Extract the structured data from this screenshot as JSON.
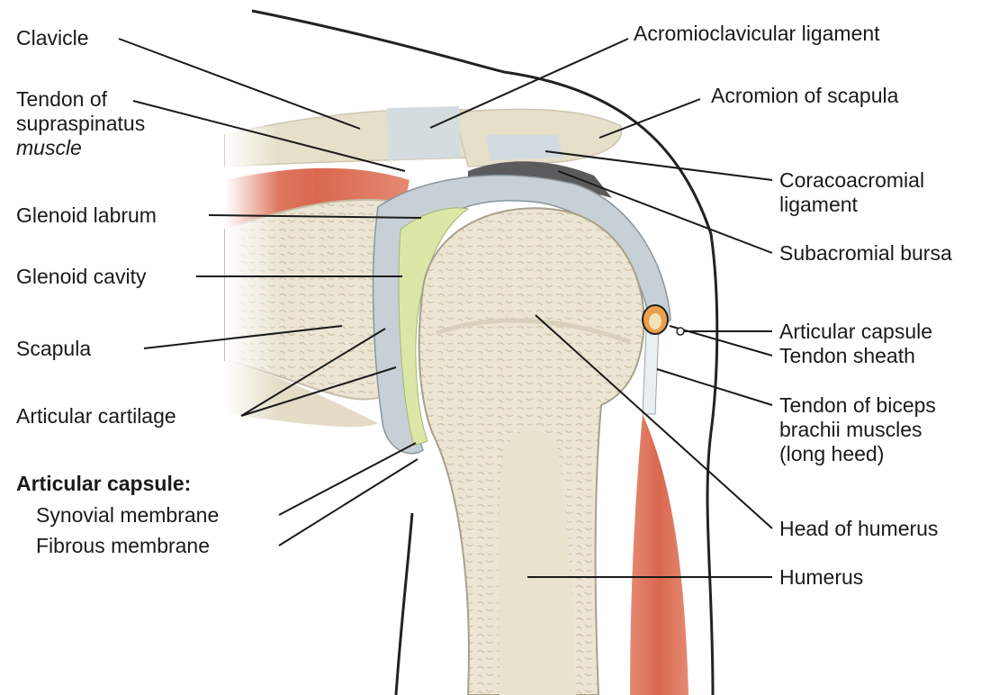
{
  "labels": {
    "clavicle": "Clavicle",
    "tendon_supraspinatus": [
      "Tendon of",
      "supraspinatus"
    ],
    "tendon_supraspinatus_muscle": "muscle",
    "glenoid_labrum": "Glenoid labrum",
    "glenoid_cavity": "Glenoid cavity",
    "scapula": "Scapula",
    "articular_cartilage": "Articular cartilage",
    "capsule_heading": "Articular capsule:",
    "synovial_membrane": "Synovial membrane",
    "fibrous_membrane": "Fibrous membrane",
    "acromioclavicular_ligament": "Acromioclavicular ligament",
    "acromion_of_scapula": "Acromion of scapula",
    "coracoacromial_ligament": [
      "Coracoacromial",
      "ligament"
    ],
    "subacromial_bursa": "Subacromial bursa",
    "articular_capsule": "Articular capsule",
    "tendon_sheath": "Tendon sheath",
    "tendon_biceps": [
      "Tendon of biceps",
      "brachii muscles",
      "(long heed)"
    ],
    "head_of_humerus": "Head of humerus",
    "humerus": "Humerus"
  },
  "colors": {
    "bone": "#e8e0cc",
    "bone_pattern": "#c9bfa8",
    "cartilage": "#dde7a8",
    "capsule": "#c9d3d8",
    "muscle": "#e07a62",
    "ligament": "#d6dde3",
    "bursa": "#5e5e60",
    "outline": "#222222",
    "leader": "#1a1a1a"
  }
}
